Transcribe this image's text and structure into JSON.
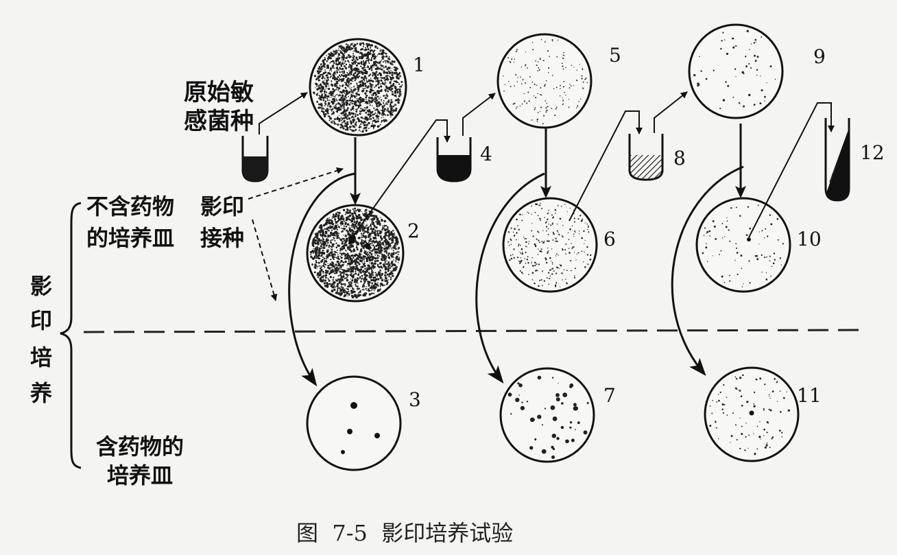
{
  "labels": {
    "original_strain_line1": "原始敏",
    "original_strain_line2": "感菌种",
    "no_drug_line1": "不含药物",
    "no_drug_line2": "的培养皿",
    "replica_line1": "影印",
    "replica_line2": "接种",
    "side_char1": "影",
    "side_char2": "印",
    "side_char3": "培",
    "side_char4": "养",
    "drug_line1": "含药物的",
    "drug_line2": "培养皿"
  },
  "numbers": [
    "1",
    "2",
    "3",
    "4",
    "5",
    "6",
    "7",
    "8",
    "9",
    "10",
    "11",
    "12"
  ],
  "caption": "图  7-5  影印培养试验",
  "colors": {
    "ink": "#111111",
    "background": "#f4f4f2"
  }
}
